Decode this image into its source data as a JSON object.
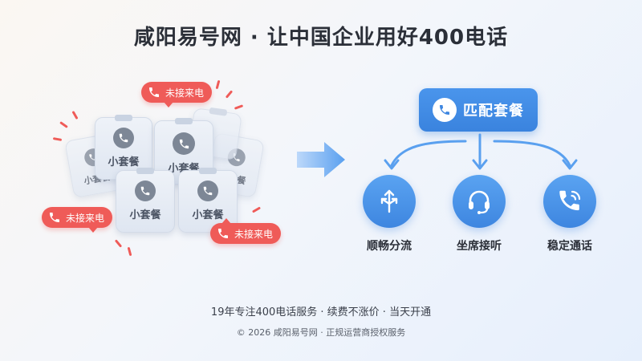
{
  "title": "咸阳易号网 · 让中国企业用好400电话",
  "left": {
    "card_label": "小套餐",
    "missed_call_label": "未接来电"
  },
  "center": {
    "match_label": "匹配套餐",
    "features": [
      {
        "icon": "routing-arrows-icon",
        "label": "顺畅分流"
      },
      {
        "icon": "headset-icon",
        "label": "坐席接听"
      },
      {
        "icon": "phone-ringing-icon",
        "label": "稳定通话"
      }
    ]
  },
  "footer": {
    "tagline": "19年专注400电话服务 · 续费不涨价 · 当天开通",
    "copyright": "© 2026 咸阳易号网 · 正规运营商授权服务"
  },
  "colors": {
    "accent_blue": "#3e86e0",
    "alert_red": "#ef5b58",
    "card_gray": "#7d8796"
  }
}
